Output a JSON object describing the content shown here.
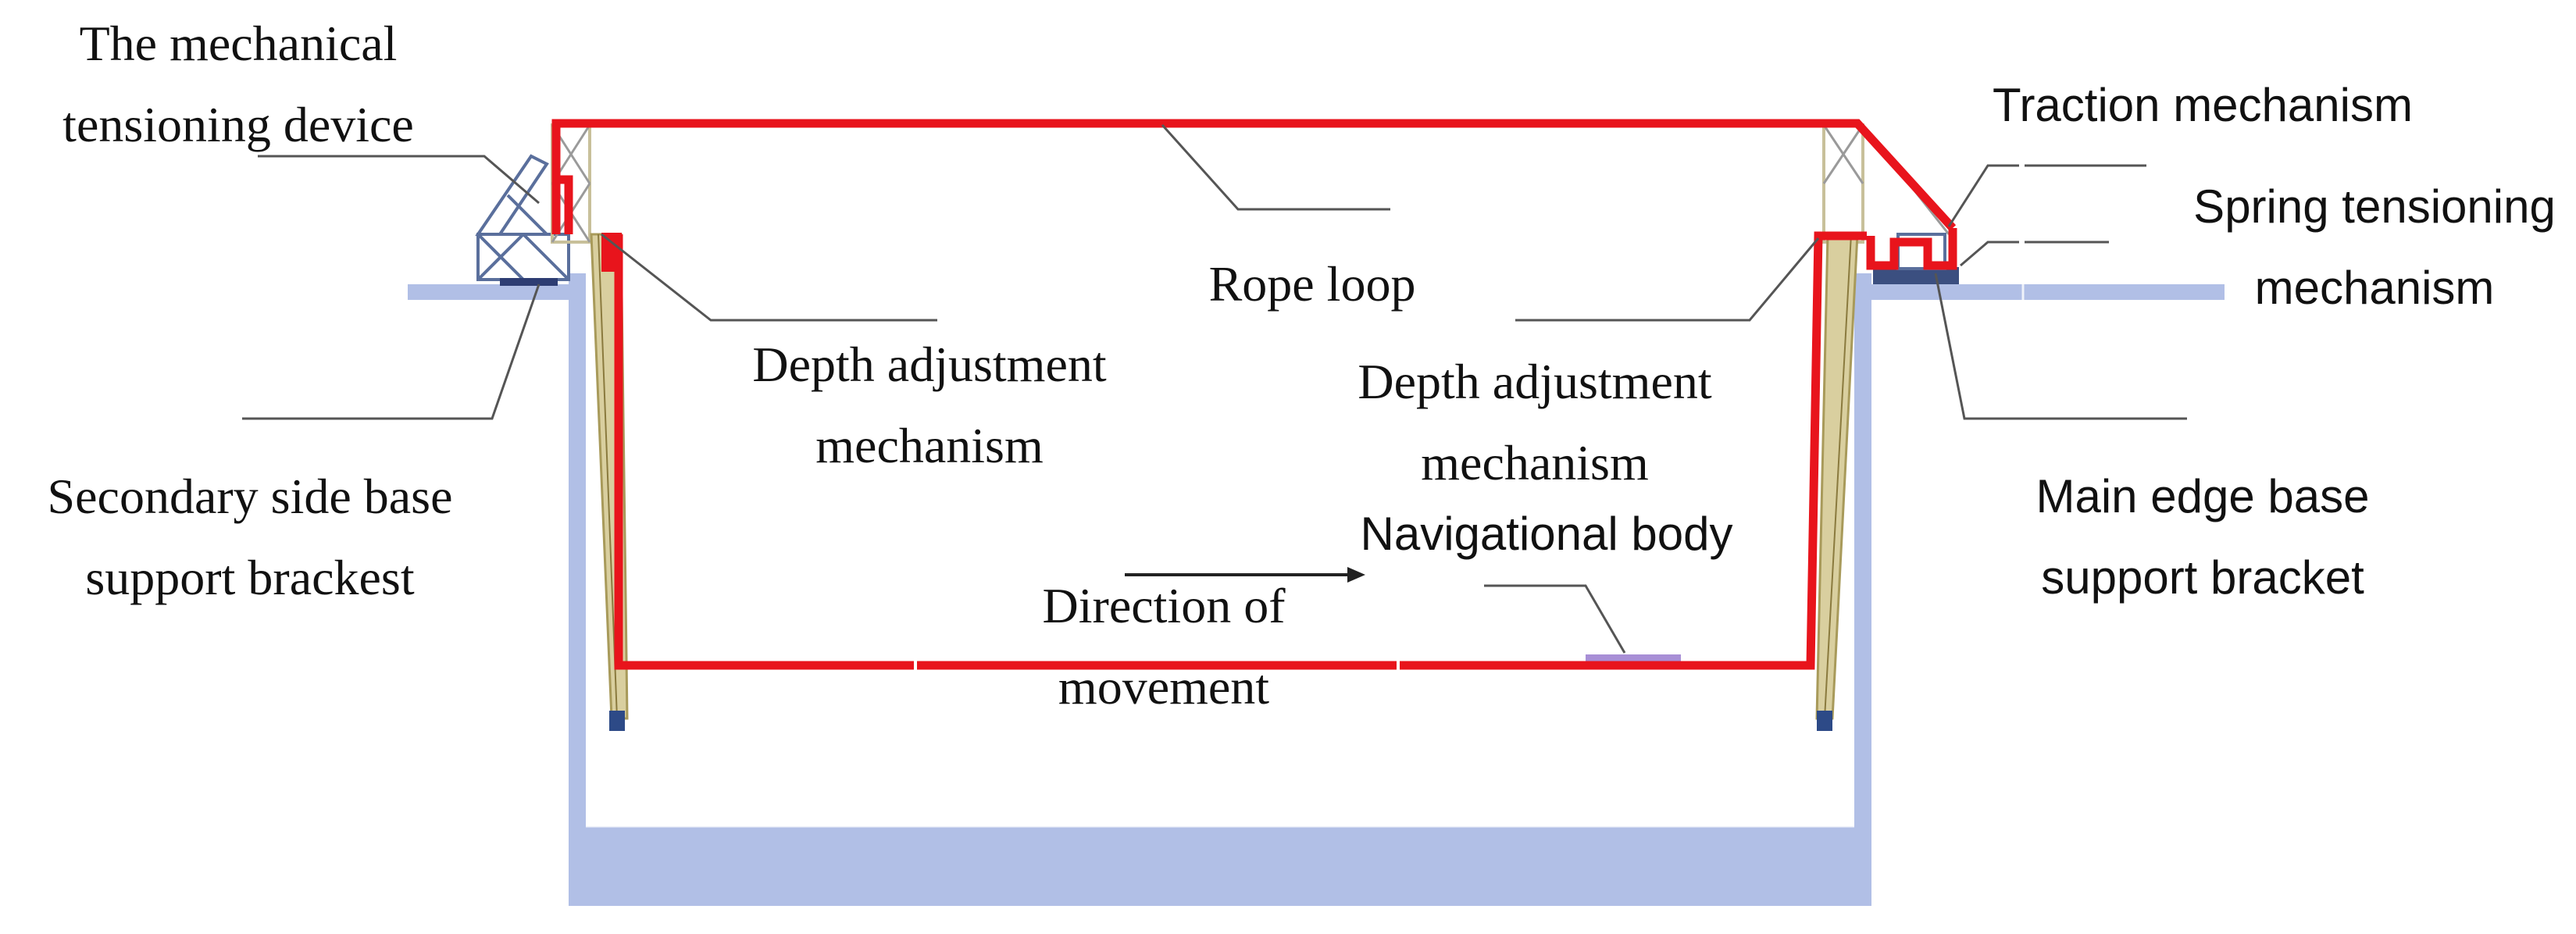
{
  "labels": {
    "mech_tension_1": "The mechanical",
    "mech_tension_2": "tensioning device",
    "traction": "Traction mechanism",
    "spring_1": "Spring tensioning",
    "spring_2": "mechanism",
    "rope_loop": "Rope loop",
    "depth_left_1": "Depth adjustment",
    "depth_left_2": "mechanism",
    "depth_right_1": "Depth adjustment",
    "depth_right_2": "mechanism",
    "secondary_1": "Secondary side base",
    "secondary_2": "support brackest",
    "main_1": "Main edge base",
    "main_2": "support bracket",
    "nav_body": "Navigational body",
    "direction_1": "Direction of",
    "direction_2": "movement"
  },
  "colors": {
    "rope": "#e8141c",
    "pool": "#b1bfe6",
    "tower": "#c8c09a",
    "leader": "#555555",
    "nav_body": "#a88fd6",
    "equipment": "#5a6f9c"
  }
}
